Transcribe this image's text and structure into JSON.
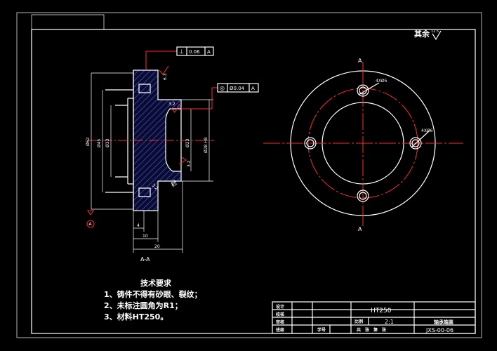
{
  "drawing": {
    "finish_label": "其余",
    "finish_value": "12.5",
    "section_label": "A-A",
    "section_mark": "A"
  },
  "section": {
    "dims": {
      "d62": "Ø62",
      "d45": "Ø45",
      "d33": "Ø33",
      "d23": "Ø23",
      "d28": "Ø28 H8",
      "w4": "4",
      "w10": "10",
      "w20": "20",
      "r4": "R4",
      "r2": "R2"
    },
    "roughness": {
      "r63": "6.3",
      "r32a": "3.2",
      "r32b": "3.2",
      "r32c": "3.2"
    },
    "tolerances": {
      "perp_symbol": "⊥",
      "perp_value": "0.06",
      "perp_datum": "A",
      "conc_symbol": "◎",
      "conc_value": "Ø0.04",
      "conc_datum": "A"
    }
  },
  "view": {
    "hole_label_top": "4XØ5",
    "hole_label_right": "4XØ6",
    "mark_a_top": "A",
    "mark_a_bottom": "A"
  },
  "tech_req": {
    "title": "技术要求",
    "items": [
      "1、铸件不得有砂眼、裂纹；",
      "2、未标注圆角为R1；",
      "3、材料HT250。"
    ]
  },
  "title_block": {
    "design": "设计",
    "check": "校核",
    "review": "审核",
    "batch": "班级",
    "student_no": "学号",
    "material": "HT250",
    "scale_label": "比例",
    "scale_value": "2:1",
    "part_name": "轴承端盖",
    "sheet_text": "共　张　第　张",
    "drawing_no": "JXS-00-06"
  }
}
